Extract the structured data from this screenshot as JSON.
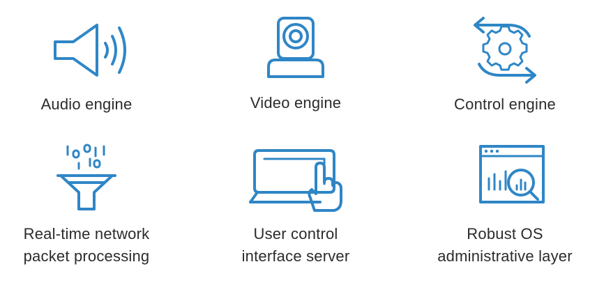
{
  "features": [
    {
      "icon": "speaker-icon",
      "lines": [
        "Audio engine"
      ]
    },
    {
      "icon": "camera-icon",
      "lines": [
        "Video engine"
      ]
    },
    {
      "icon": "gear-cycle-icon",
      "lines": [
        "Control engine"
      ]
    },
    {
      "icon": "funnel-icon",
      "lines": [
        "Real-time network",
        "packet processing"
      ]
    },
    {
      "icon": "touchscreen-icon",
      "lines": [
        "User control",
        "interface server"
      ]
    },
    {
      "icon": "analytics-window-icon",
      "lines": [
        "Robust OS",
        "administrative layer"
      ]
    }
  ],
  "colors": {
    "icon": "#2f86c6",
    "text": "#2b2b2b",
    "background": "#ffffff"
  }
}
